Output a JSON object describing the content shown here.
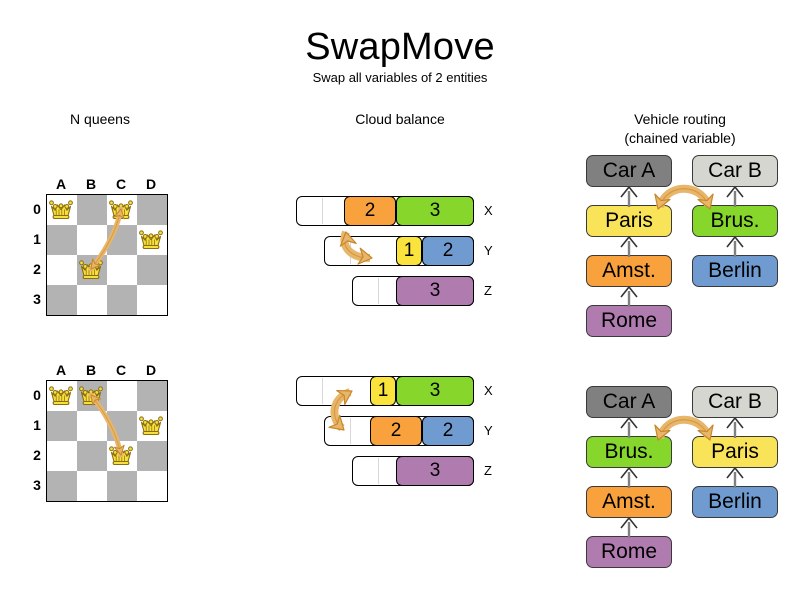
{
  "header": {
    "title": "SwapMove",
    "subtitle": "Swap all variables of 2 entities"
  },
  "sections": {
    "nqueens": {
      "heading": "N queens",
      "files": [
        "A",
        "B",
        "C",
        "D"
      ],
      "ranks": [
        "0",
        "1",
        "2",
        "3"
      ],
      "before": {
        "queens": [
          {
            "file": "A",
            "rank": "0"
          },
          {
            "file": "C",
            "rank": "0"
          },
          {
            "file": "D",
            "rank": "1"
          },
          {
            "file": "B",
            "rank": "2"
          }
        ],
        "arrow": {
          "from": "C0",
          "to": "B2"
        }
      },
      "after": {
        "queens": [
          {
            "file": "A",
            "rank": "0"
          },
          {
            "file": "B",
            "rank": "0"
          },
          {
            "file": "D",
            "rank": "1"
          },
          {
            "file": "C",
            "rank": "2"
          }
        ],
        "arrow": {
          "from": "B0",
          "to": "C2"
        }
      }
    },
    "cloudbalance": {
      "heading": "Cloud balance",
      "before": {
        "rows": [
          {
            "label": "X",
            "segments": [
              {
                "value": "2",
                "color": "#f9a13c"
              },
              {
                "value": "3",
                "color": "#86d62b"
              }
            ]
          },
          {
            "label": "Y",
            "segments": [
              {
                "value": "1",
                "color": "#f9e33c"
              },
              {
                "value": "2",
                "color": "#6f9bd1"
              }
            ]
          },
          {
            "label": "Z",
            "segments": [
              {
                "value": "3",
                "color": "#b07cb0"
              }
            ]
          }
        ]
      },
      "after": {
        "rows": [
          {
            "label": "X",
            "segments": [
              {
                "value": "1",
                "color": "#f9e33c"
              },
              {
                "value": "3",
                "color": "#86d62b"
              }
            ]
          },
          {
            "label": "Y",
            "segments": [
              {
                "value": "2",
                "color": "#f9a13c"
              },
              {
                "value": "2",
                "color": "#6f9bd1"
              }
            ]
          },
          {
            "label": "Z",
            "segments": [
              {
                "value": "3",
                "color": "#b07cb0"
              }
            ]
          }
        ]
      }
    },
    "vehiclerouting": {
      "heading_line1": "Vehicle routing",
      "heading_line2": "(chained variable)",
      "before": {
        "chainA": [
          {
            "label": "Car A",
            "color": "#808080"
          },
          {
            "label": "Paris",
            "color": "#f9e359"
          },
          {
            "label": "Amst.",
            "color": "#f9a13c"
          },
          {
            "label": "Rome",
            "color": "#b07cb0"
          }
        ],
        "chainB": [
          {
            "label": "Car B",
            "color": "#d6d6d1"
          },
          {
            "label": "Brus.",
            "color": "#86d62b"
          },
          {
            "label": "Berlin",
            "color": "#6f9bd1"
          }
        ],
        "swap": {
          "left": "Paris",
          "right": "Brus."
        }
      },
      "after": {
        "chainA": [
          {
            "label": "Car A",
            "color": "#808080"
          },
          {
            "label": "Brus.",
            "color": "#86d62b"
          },
          {
            "label": "Amst.",
            "color": "#f9a13c"
          },
          {
            "label": "Rome",
            "color": "#b07cb0"
          }
        ],
        "chainB": [
          {
            "label": "Car B",
            "color": "#d6d6d1"
          },
          {
            "label": "Paris",
            "color": "#f9e359"
          },
          {
            "label": "Berlin",
            "color": "#6f9bd1"
          }
        ],
        "swap": {
          "left": "Brus.",
          "right": "Paris"
        }
      }
    }
  },
  "palette": {
    "arrow_fill": "#e8b66a",
    "arrow_stroke": "#c8872a",
    "board_dark": "#b3b3b3",
    "board_light": "#ffffff",
    "board_border": "#000000",
    "queen_fill": "#f7e03c",
    "queen_stroke": "#8a6d12",
    "link_color": "#808080"
  }
}
